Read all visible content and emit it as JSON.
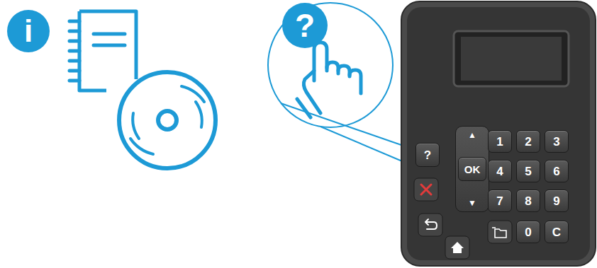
{
  "diagram": {
    "nodes": [
      {
        "text": [
          "i"
        ]
      },
      {
        "text": [
          "?"
        ]
      },
      {
        "text": [
          "?"
        ]
      },
      {
        "text": [
          "▲",
          "▼"
        ]
      },
      {
        "text": [
          "OK"
        ],
        "in": 3
      },
      {
        "text": [
          "1"
        ]
      },
      {
        "text": [
          "2"
        ]
      },
      {
        "text": [
          "3"
        ]
      },
      {
        "text": [
          "4"
        ]
      },
      {
        "text": [
          "5"
        ]
      },
      {
        "text": [
          "6"
        ]
      },
      {
        "text": [
          "7"
        ]
      },
      {
        "text": [
          "8"
        ]
      },
      {
        "text": [
          "9"
        ]
      },
      {
        "text": [
          "0"
        ]
      },
      {
        "text": [
          "C"
        ]
      }
    ]
  }
}
